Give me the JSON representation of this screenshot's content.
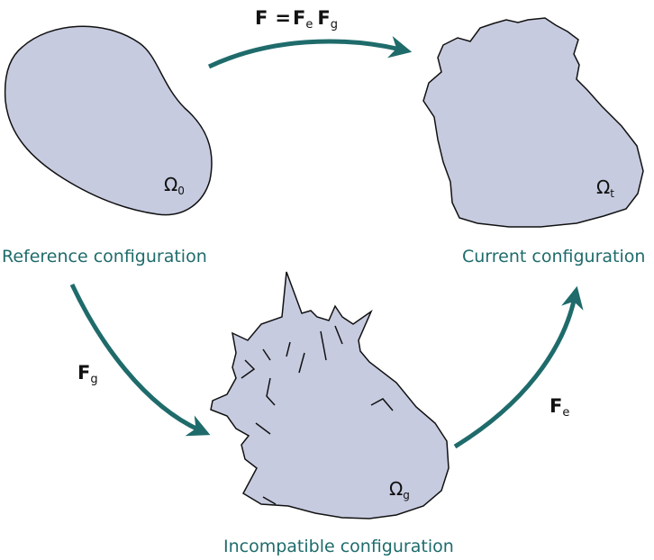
{
  "colors": {
    "shape_fill": "#c6cbe0",
    "shape_stroke": "#111111",
    "arrow": "#1f6b6b",
    "label": "#1f6b6b"
  },
  "configurations": {
    "reference": {
      "label": "Reference configuration",
      "domain_symbol": "Ω",
      "domain_subscript": "0"
    },
    "current": {
      "label": "Current configuration",
      "domain_symbol": "Ω",
      "domain_subscript": "t"
    },
    "incompatible": {
      "label": "Incompatible configuration",
      "domain_symbol": "Ω",
      "domain_subscript": "g"
    }
  },
  "maps": {
    "total": {
      "lhs": "F",
      "equals": "=",
      "factor1": "F",
      "factor1_sub": "e",
      "factor2": "F",
      "factor2_sub": "g"
    },
    "growth": {
      "symbol": "F",
      "subscript": "g"
    },
    "elastic": {
      "symbol": "F",
      "subscript": "e"
    }
  }
}
